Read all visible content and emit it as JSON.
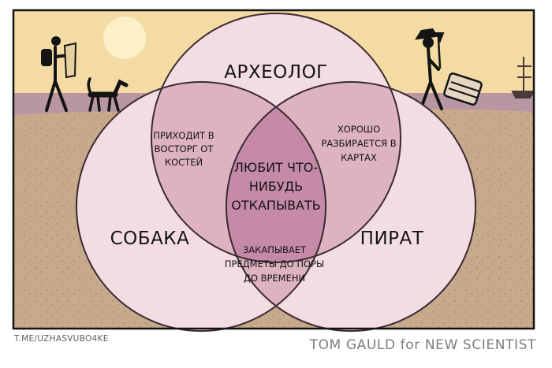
{
  "diagram": {
    "sets": {
      "archaeologist": "АРХЕОЛОГ",
      "dog": "СОБАКА",
      "pirate": "ПИРАТ"
    },
    "overlaps": {
      "archaeologist_dog": [
        "ПРИХОДИТ В",
        "ВОСТОРГ ОТ",
        "КОСТЕЙ"
      ],
      "archaeologist_pirate": [
        "ХОРОШО",
        "РАЗБИРАЕТСЯ В",
        "КАРТАХ"
      ],
      "dog_pirate": [
        "ЗАКАПЫВАЕТ",
        "ПРЕДМЕТЫ ДО ПОРЫ",
        "ДО ВРЕМЕНИ"
      ],
      "all": [
        "ЛЮБИТ ЧТО-",
        "НИБУДЬ",
        "ОТКАПЫВАТЬ"
      ]
    }
  },
  "footer": {
    "source": "T.ME/UZHASVUBO4KE",
    "credit": "TOM GAULD for NEW SCIENTIST"
  },
  "colors": {
    "sky": "#f4dba4",
    "sea": "#b996a3",
    "ground": "#c7a98c",
    "set_fill": "#f3dde3",
    "overlap_fill": "#ddb2c1",
    "center_fill": "#c68aa9",
    "outline": "#3a2b30"
  },
  "icons": [
    "sun-icon",
    "hiker-icon",
    "dog-icon",
    "pirate-icon",
    "treasure-chest-icon",
    "ship-icon"
  ]
}
